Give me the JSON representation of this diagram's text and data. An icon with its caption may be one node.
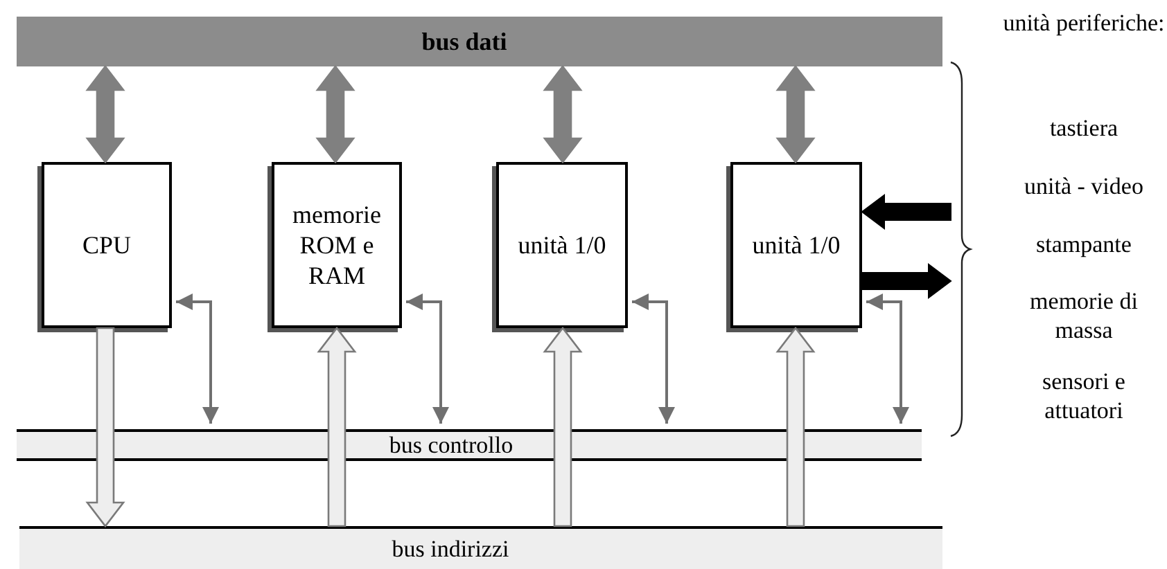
{
  "diagram": {
    "nodes": [
      {
        "text": [
          "bus dati"
        ]
      },
      {
        "text": [
          "CPU"
        ]
      },
      {
        "text": [
          "memorie ROM e RAM"
        ]
      },
      {
        "text": [
          "unità 1/0"
        ]
      },
      {
        "text": [
          "unità 1/0"
        ]
      },
      {
        "text": [
          "bus controllo"
        ]
      },
      {
        "text": [
          "bus indirizzi"
        ]
      }
    ],
    "edges": [
      {
        "from": 0,
        "to": 1,
        "arrow": "both",
        "style": "thick",
        "color": "#808080"
      },
      {
        "from": 0,
        "to": 2,
        "arrow": "both",
        "style": "thick",
        "color": "#808080"
      },
      {
        "from": 0,
        "to": 3,
        "arrow": "both",
        "style": "thick",
        "color": "#808080"
      },
      {
        "from": 0,
        "to": 4,
        "arrow": "both",
        "style": "thick",
        "color": "#808080"
      },
      {
        "from": 1,
        "to": 5,
        "arrow": "both"
      },
      {
        "from": 2,
        "to": 5,
        "arrow": "both"
      },
      {
        "from": 3,
        "to": 5,
        "arrow": "both"
      },
      {
        "from": 4,
        "to": 5,
        "arrow": "both"
      },
      {
        "from": 1,
        "to": 6,
        "arrow": "to",
        "style": "thick",
        "color": "#eeeeee"
      },
      {
        "from": 6,
        "to": 2,
        "arrow": "to",
        "style": "thick",
        "color": "#eeeeee"
      },
      {
        "from": 6,
        "to": 3,
        "arrow": "to",
        "style": "thick",
        "color": "#eeeeee"
      },
      {
        "from": 6,
        "to": 4,
        "arrow": "to",
        "style": "thick",
        "color": "#eeeeee"
      },
      {
        "from": null,
        "to": 4,
        "arrow": "to",
        "style": "thick",
        "color": "#000000"
      },
      {
        "from": 4,
        "to": null,
        "arrow": "to",
        "style": "thick",
        "color": "#000000"
      }
    ],
    "labels": [
      "unità periferiche:",
      "tastiera",
      "unità - video",
      "stampante",
      "memorie di massa",
      "sensori e attuatori"
    ]
  }
}
